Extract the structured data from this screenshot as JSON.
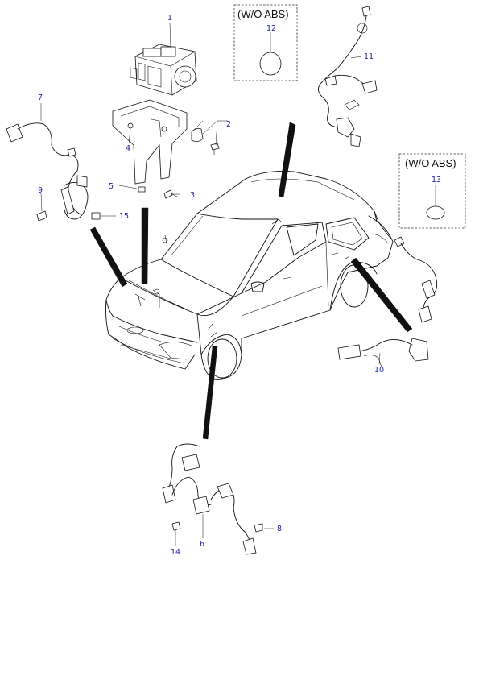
{
  "callouts": {
    "n1": "1",
    "n2": "2",
    "n3": "3",
    "n4": "4",
    "n5": "5",
    "n6": "6",
    "n7": "7",
    "n8": "8",
    "n9": "9",
    "n10": "10",
    "n11": "11",
    "n12": "12",
    "n13": "13",
    "n14": "14",
    "n15": "15"
  },
  "boxes": {
    "box_a_title": "(W/O ABS)",
    "box_b_title": "(W/O ABS)"
  },
  "colors": {
    "callout_text": "#1a1fa8",
    "linework": "#111111"
  }
}
